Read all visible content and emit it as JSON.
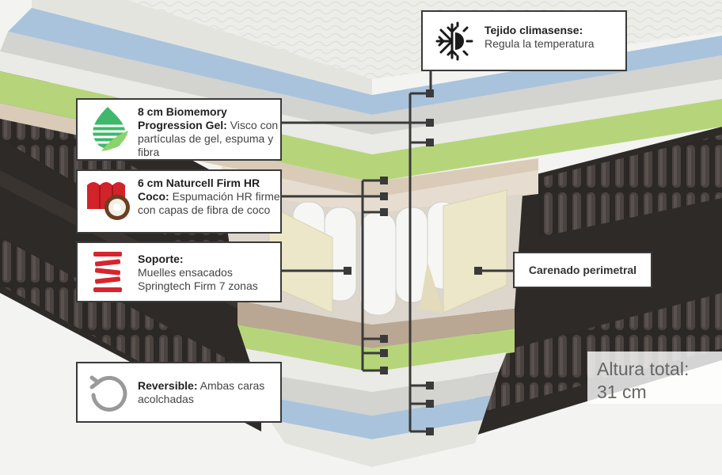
{
  "callouts": {
    "tejido": {
      "title": "Tejido climasense:",
      "desc": "Regula la temperatura",
      "icon": "snow-sun-icon"
    },
    "biomemory": {
      "title": "8 cm Biomemory Progression Gel:",
      "desc": "Visco con partículas de gel, espuma y fibra",
      "icon": "leaf-icon"
    },
    "naturcell": {
      "title": "6 cm Naturcell Firm HR Coco:",
      "desc": "Espumación HR firme con capas de fibra de coco",
      "icon": "coconut-icon"
    },
    "soporte": {
      "title": "Soporte:",
      "desc_line1": "Muelles ensacados",
      "desc_line2": "Springtech Firm 7 zonas",
      "icon": "spring-icon"
    },
    "reversible": {
      "title": "Reversible:",
      "desc": "Ambas caras acolchadas",
      "icon": "rotate-icon"
    },
    "carenado": {
      "title": "Carenado perimetral"
    }
  },
  "altura": {
    "line1": "Altura total:",
    "line2": "31 cm"
  },
  "colors": {
    "border_dark": "#2e2a28",
    "gel_blue": "#a9c3dc",
    "green_layer": "#b6d57a",
    "beige_layer": "#d9cbb8",
    "quilt_top": "#eeeeea",
    "leaf_green": "#3fb86b",
    "coconut_red": "#d2232a",
    "spring_red": "#d7242d"
  }
}
